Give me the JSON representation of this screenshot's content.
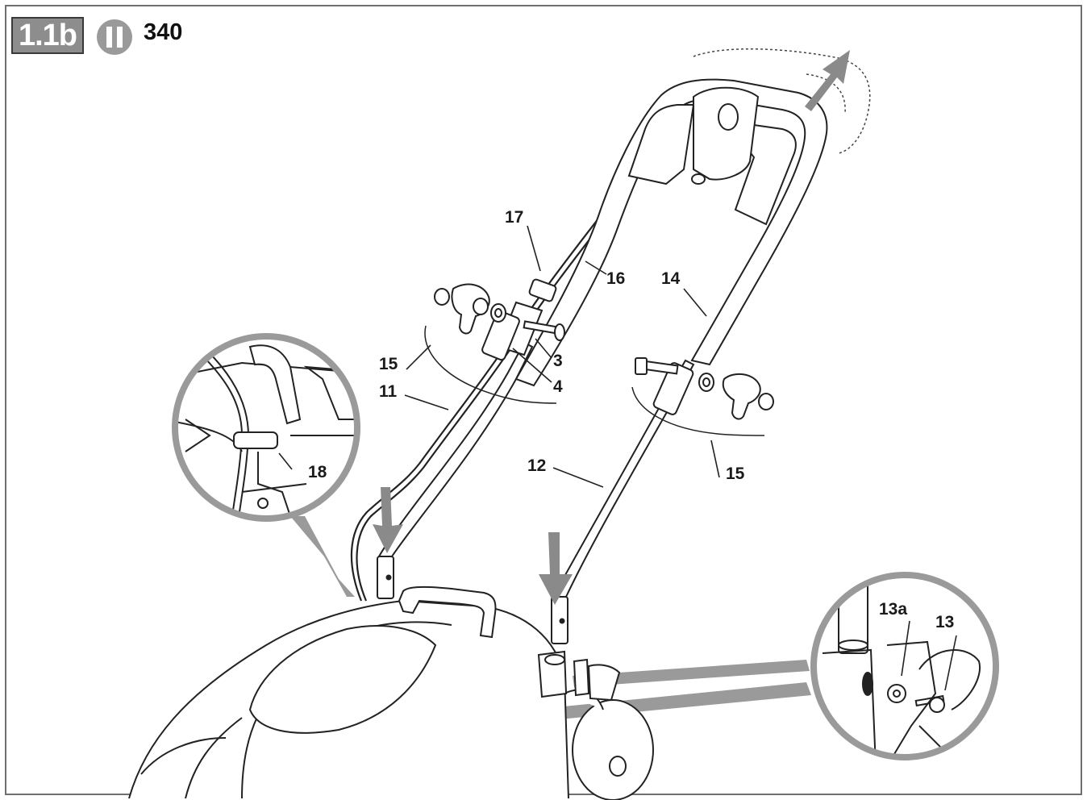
{
  "header": {
    "section_badge": "1.1b",
    "model_number": "340"
  },
  "icons": {
    "pause": "pause-symbol-icon",
    "arrow_up": "arrow-up-icon",
    "arrow_down": "arrow-down-icon"
  },
  "callouts": {
    "c3": "3",
    "c4": "4",
    "c11": "11",
    "c12": "12",
    "c13": "13",
    "c13a": "13a",
    "c14": "14",
    "c15_left": "15",
    "c15_right": "15",
    "c16": "16",
    "c17": "17",
    "c18": "18"
  },
  "colors": {
    "badge_fill": "#8d8d8d",
    "arrow_gray": "#8a8a8a",
    "zoom_ring": "#9a9a9a"
  }
}
